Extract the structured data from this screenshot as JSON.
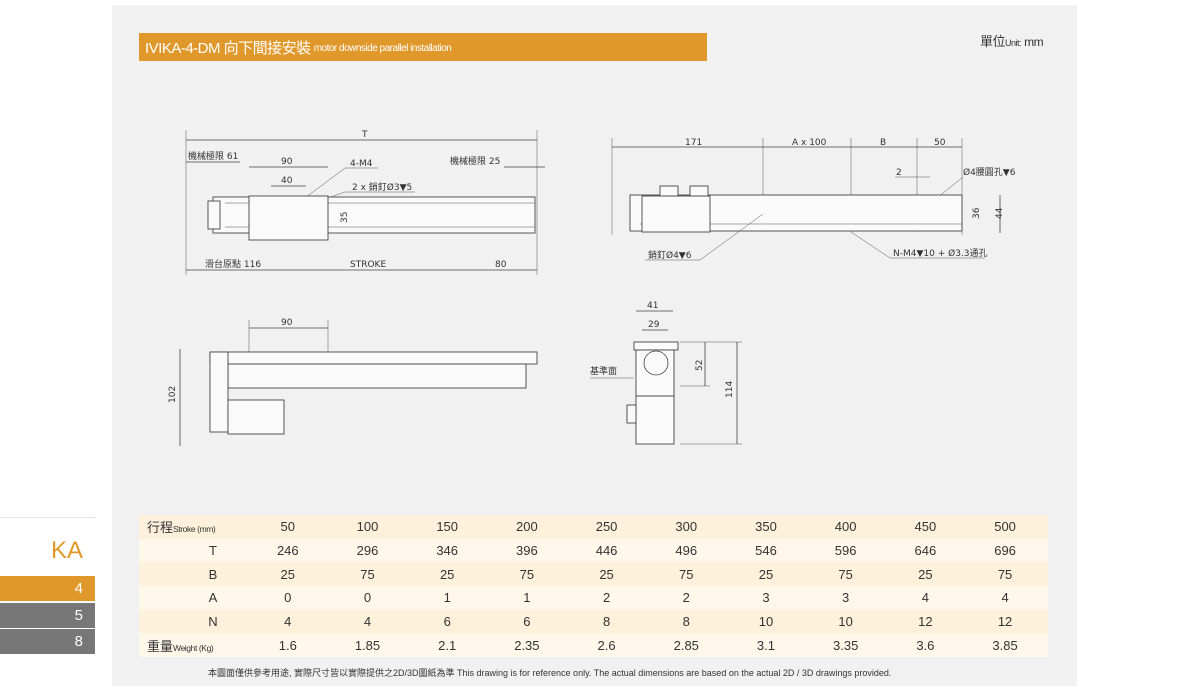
{
  "header": {
    "title_main": "IVIKA-4-DM 向下間接安裝",
    "title_sub": "motor downside parallel installation",
    "unit_label": "單位",
    "unit_small": "Unit:",
    "unit_value": "mm"
  },
  "sidebar": {
    "series": "KA",
    "items": [
      {
        "label": "4",
        "active": true
      },
      {
        "label": "5",
        "active": false
      },
      {
        "label": "8",
        "active": false
      }
    ]
  },
  "drawing_top": {
    "T": "T",
    "limit_61": "機械極限 61",
    "limit_25": "機械極限 25",
    "d90": "90",
    "d40": "40",
    "m4": "4-M4",
    "pin": "2 x 銷釘Ø3▼5",
    "d35": "35",
    "origin": "滑台原點 116",
    "stroke": "STROKE",
    "d80": "80"
  },
  "drawing_right": {
    "d171": "171",
    "ax100": "A x 100",
    "b": "B",
    "d50": "50",
    "d2": "2",
    "slot": "Ø4腰圓孔▼6",
    "d36": "36",
    "d44": "44",
    "pin": "銷釘Ø4▼6",
    "holes": "N-M4▼10 + Ø3.3通孔"
  },
  "drawing_side": {
    "d90": "90",
    "d102": "102"
  },
  "drawing_end": {
    "d41": "41",
    "d29": "29",
    "d52": "52",
    "d114": "114",
    "ref": "基準面"
  },
  "table": {
    "rows": [
      {
        "label": "行程",
        "label_small": "Stroke (mm)",
        "values": [
          "50",
          "100",
          "150",
          "200",
          "250",
          "300",
          "350",
          "400",
          "450",
          "500"
        ]
      },
      {
        "label": "T",
        "values": [
          "246",
          "296",
          "346",
          "396",
          "446",
          "496",
          "546",
          "596",
          "646",
          "696"
        ]
      },
      {
        "label": "B",
        "values": [
          "25",
          "75",
          "25",
          "75",
          "25",
          "75",
          "25",
          "75",
          "25",
          "75"
        ]
      },
      {
        "label": "A",
        "values": [
          "0",
          "0",
          "1",
          "1",
          "2",
          "2",
          "3",
          "3",
          "4",
          "4"
        ]
      },
      {
        "label": "N",
        "values": [
          "4",
          "4",
          "6",
          "6",
          "8",
          "8",
          "10",
          "10",
          "12",
          "12"
        ]
      },
      {
        "label": "重量",
        "label_small": "Weight (Kg)",
        "values": [
          "1.6",
          "1.85",
          "2.1",
          "2.35",
          "2.6",
          "2.85",
          "3.1",
          "3.35",
          "3.6",
          "3.85"
        ]
      }
    ]
  },
  "footer_note": "本圖面僅供參考用途, 實際尺寸皆以實際提供之2D/3D圖紙為準 This drawing is for reference only. The actual dimensions are based on the actual 2D / 3D drawings provided.",
  "colors": {
    "accent": "#e0982a",
    "gray": "#777777",
    "panel": "#f0f1f0"
  }
}
